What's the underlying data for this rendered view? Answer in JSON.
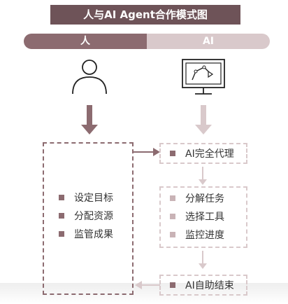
{
  "title": "人与AI Agent合作模式图",
  "header": {
    "human_label": "人",
    "ai_label": "AI"
  },
  "human_tasks": [
    "设定目标",
    "分配资源",
    "监管成果"
  ],
  "ai_flow": {
    "start": "AI完全代理",
    "steps": [
      "分解任务",
      "选择工具",
      "监控进度"
    ],
    "end": "AI自助结束"
  },
  "colors": {
    "dark_accent": "#8c6b70",
    "light_accent": "#d9c9cb",
    "title_bg": "#6e5358"
  },
  "icons": {
    "human": "person-icon",
    "ai": "monitor-graph-icon"
  }
}
